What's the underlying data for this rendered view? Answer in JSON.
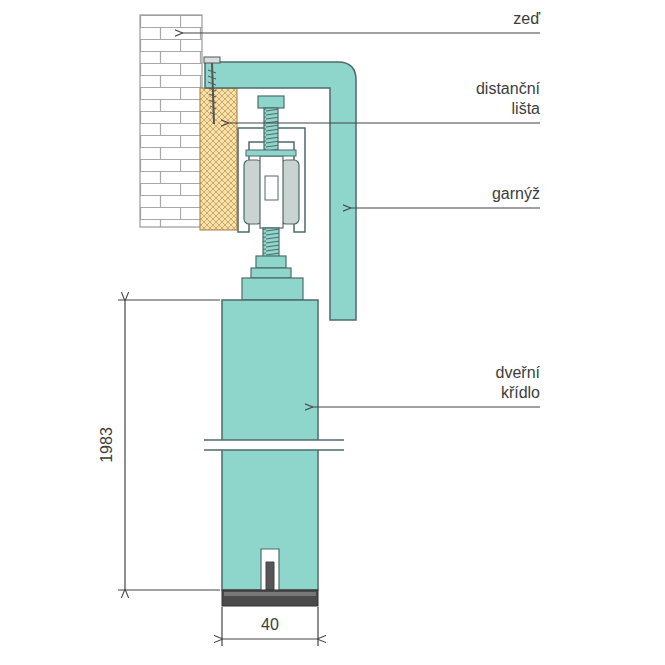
{
  "diagram": {
    "labels": [
      "zeď",
      "distanční lišta",
      "garnýž",
      "dveřní křídlo",
      "1983",
      "40"
    ]
  }
}
